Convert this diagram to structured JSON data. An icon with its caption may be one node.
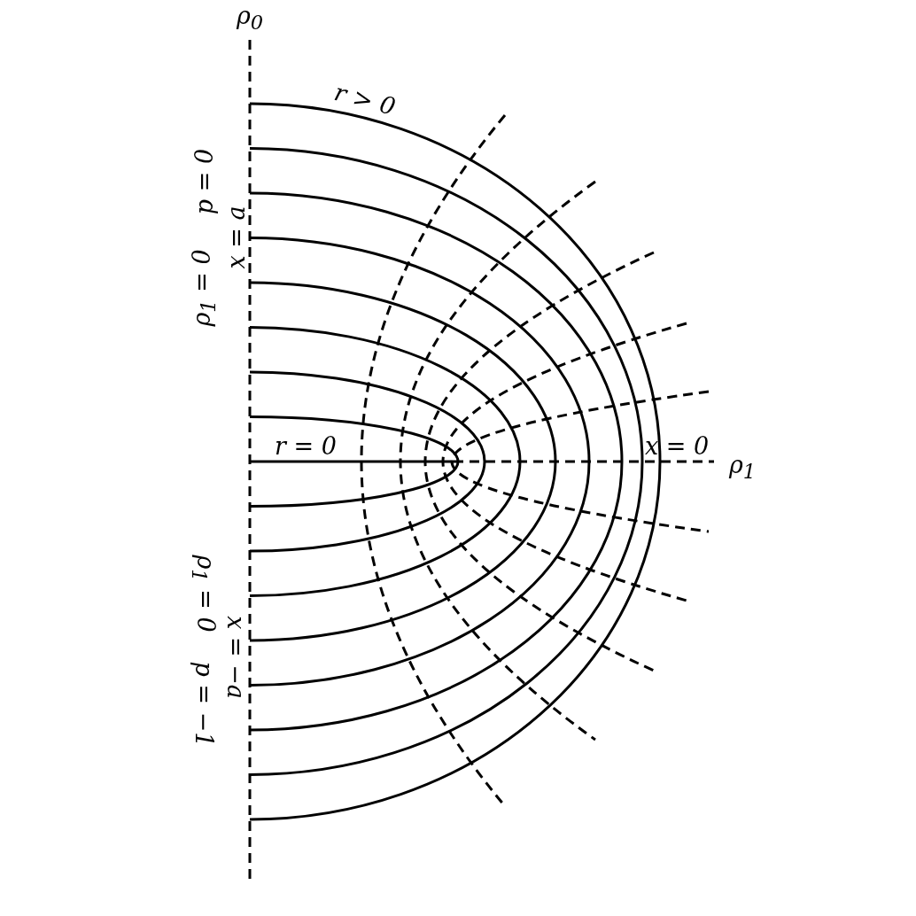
{
  "diagram": {
    "labels": [
      "ρ$_{0}$",
      "r > 0",
      "p = 0",
      "x = a",
      "ρ$_{1}$ = 0",
      "r = 0",
      "x = 0",
      "ρ$_{1}$",
      "ρ$_{1}$ = 0",
      "x = −a",
      "p = −1"
    ]
  }
}
